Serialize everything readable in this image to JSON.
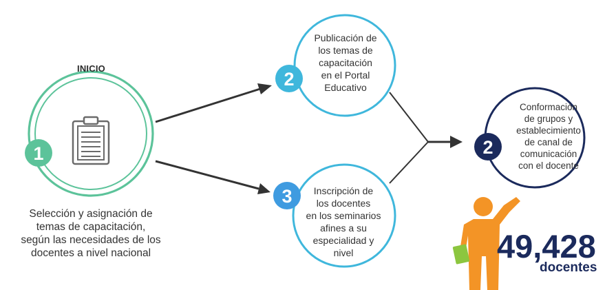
{
  "inicio": "INICIO",
  "steps": {
    "step1": {
      "number": "1",
      "text_lines": [
        "Selección y asignación de",
        "temas de capacitación,",
        "según las necesidades de los",
        "docentes a nivel nacional"
      ]
    },
    "step2a": {
      "number": "2",
      "text_lines": [
        "Publicación de",
        "los temas de",
        "capacitación",
        "en el Portal",
        "Educativo"
      ]
    },
    "step3": {
      "number": "3",
      "text_lines": [
        "Inscripción de",
        "los docentes",
        "en los seminarios",
        "afines a su",
        "especialidad y",
        "nivel"
      ]
    },
    "step2b": {
      "number": "2",
      "text_lines": [
        "Conformación",
        "de grupos y",
        "establecimiento",
        "de canal de",
        "comunicación",
        "con el docente"
      ]
    }
  },
  "count": {
    "number": "49,428",
    "label": "docentes"
  },
  "colors": {
    "green": "#5cc39a",
    "cyan": "#3fb7dc",
    "blue": "#3f9be0",
    "navy": "#1b2a5c",
    "arrow": "#333333",
    "orange": "#f39426",
    "clipboard": "#6a6a6a"
  },
  "icons": {
    "clipboard": "clipboard-icon",
    "person": "person-raising-hand-icon"
  }
}
